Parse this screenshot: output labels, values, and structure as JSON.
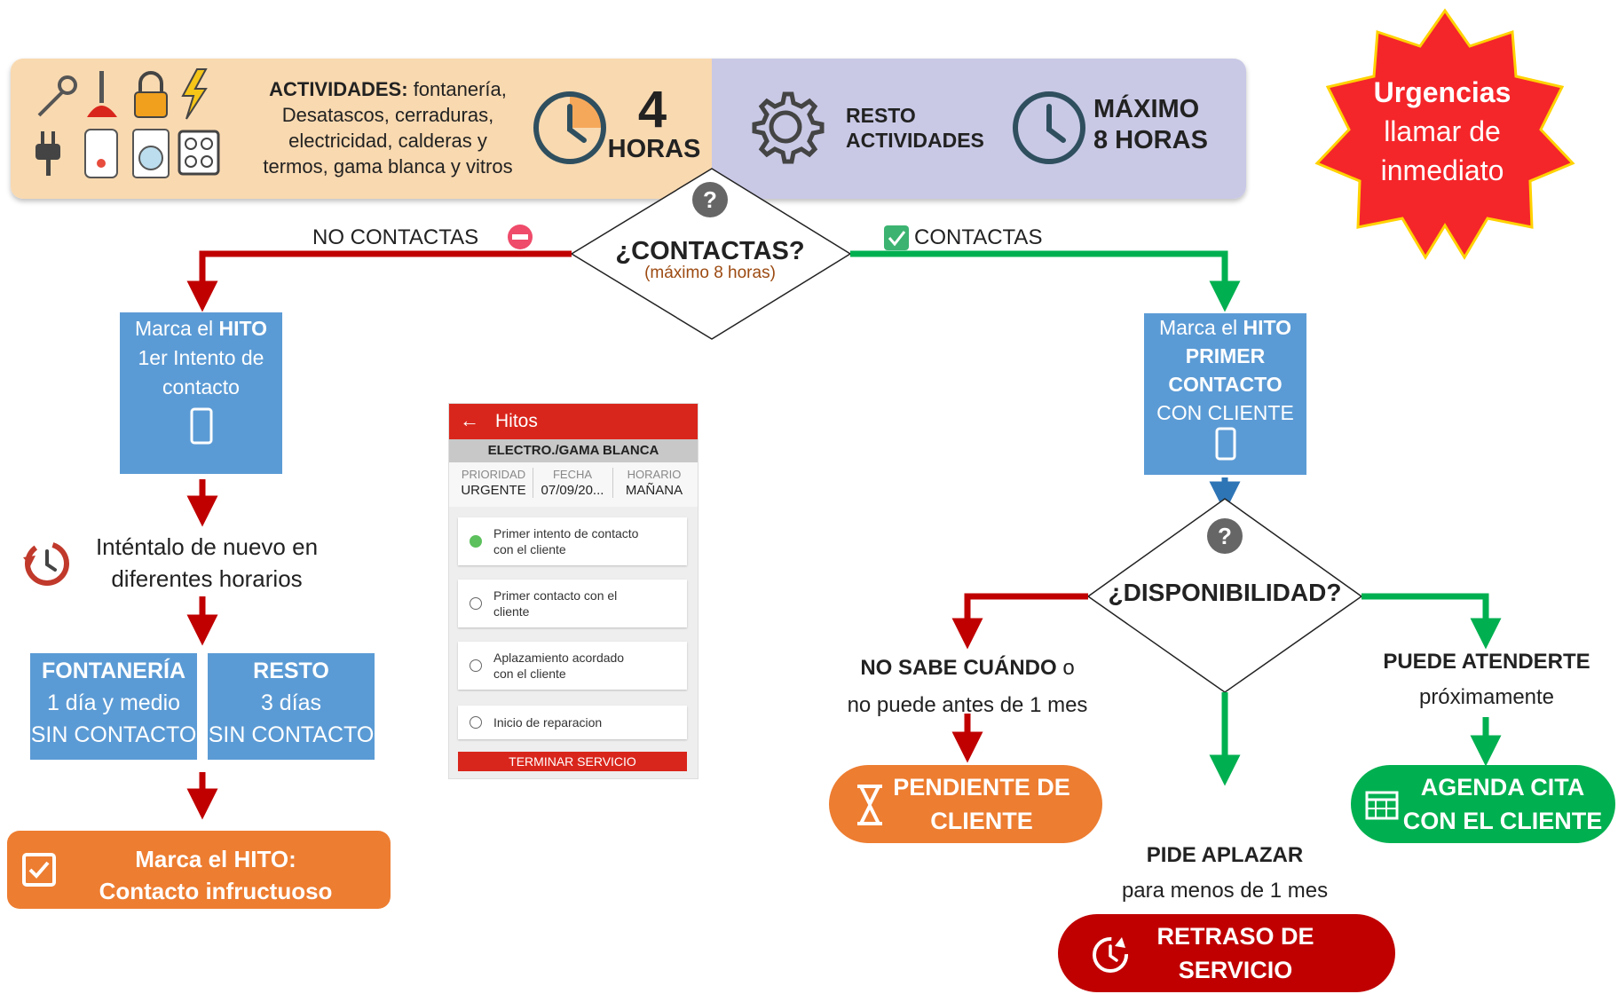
{
  "banner": {
    "activities_label": "ACTIVIDADES:",
    "activities_lines": [
      "fontanería,",
      "Desatascos, cerraduras,",
      "electricidad, calderas y",
      "termos, gama blanca y vitros"
    ],
    "hours_number": "4",
    "hours_label": "HORAS",
    "resto_line1": "RESTO",
    "resto_line2": "ACTIVIDADES",
    "max_line1": "MÁXIMO",
    "max_line2": "8 HORAS"
  },
  "urgent": {
    "line1": "Urgencias",
    "line2": "llamar de",
    "line3": "inmediato"
  },
  "decision1": {
    "title": "¿CONTACTAS?",
    "subtitle": "(máximo 8 horas)",
    "no_label": "NO CONTACTAS",
    "yes_label": "CONTACTAS"
  },
  "left_flow": {
    "hito1": {
      "l1a": "Marca el ",
      "l1b": "HITO",
      "l2": "1er Intento de",
      "l3": "contacto"
    },
    "retry": {
      "line1": "Inténtalo de nuevo en",
      "line2": "diferentes horarios"
    },
    "fontaneria": {
      "title": "FONTANERÍA",
      "days": "1 día y medio",
      "note": "SIN CONTACTO"
    },
    "resto": {
      "title": "RESTO",
      "days": "3 días",
      "note": "SIN CONTACTO"
    },
    "final": {
      "line1": "Marca el HITO:",
      "line2": "Contacto infructuoso"
    }
  },
  "phone": {
    "title": "Hitos",
    "category": "ELECTRO./GAMA BLANCA",
    "columns": [
      {
        "header": "PRIORIDAD",
        "value": "URGENTE"
      },
      {
        "header": "FECHA",
        "value": "07/09/20..."
      },
      {
        "header": "HORARIO",
        "value": "MAÑANA"
      }
    ],
    "items": [
      {
        "line1": "Primer intento de contacto",
        "line2": "con el cliente",
        "checked": true
      },
      {
        "line1": "Primer contacto con el",
        "line2": "cliente",
        "checked": false
      },
      {
        "line1": "Aplazamiento acordado",
        "line2": "con el cliente",
        "checked": false
      },
      {
        "line1": "Inicio de reparacion",
        "line2": "",
        "checked": false
      }
    ],
    "button": "TERMINAR SERVICIO"
  },
  "right_flow": {
    "hito2": {
      "l1a": "Marca el ",
      "l1b": "HITO",
      "l2": "PRIMER",
      "l3": "CONTACTO",
      "l4": "CON CLIENTE"
    },
    "decision2": {
      "title": "¿DISPONIBILIDAD?"
    },
    "no_sabe": {
      "bold": "NO SABE CUÁNDO",
      "rest": " o",
      "line2": "no puede antes de 1 mes"
    },
    "pendiente": {
      "line1": "PENDIENTE DE",
      "line2": "CLIENTE"
    },
    "puede": {
      "line1": "PUEDE ATENDERTE",
      "line2": "próximamente"
    },
    "agenda": {
      "line1": "AGENDA CITA",
      "line2": "CON EL CLIENTE"
    },
    "pide": {
      "line1": "PIDE APLAZAR",
      "line2": "para menos de 1 mes"
    },
    "retraso": {
      "line1": "RETRASO DE",
      "line2": "SERVICIO"
    }
  },
  "colors": {
    "red": "#c00000",
    "green": "#00b050",
    "blue": "#5b9bd5",
    "orange": "#ed7d31",
    "dark_red": "#c00000",
    "agenda_green": "#00b050"
  }
}
